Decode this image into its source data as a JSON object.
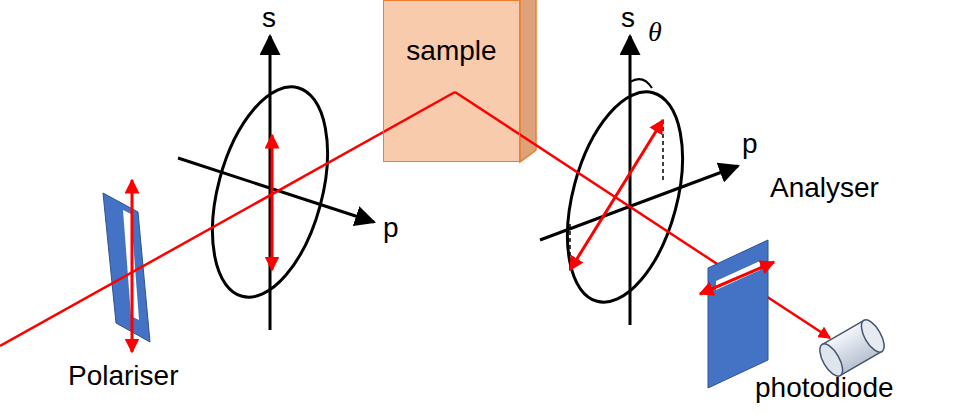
{
  "diagram": {
    "nodes": [
      {
        "text": [
          "sample"
        ]
      }
    ],
    "labels": [
      "Polariser",
      "s",
      "p",
      "s",
      "θ",
      "p",
      "Analyser",
      "photodiode"
    ]
  }
}
